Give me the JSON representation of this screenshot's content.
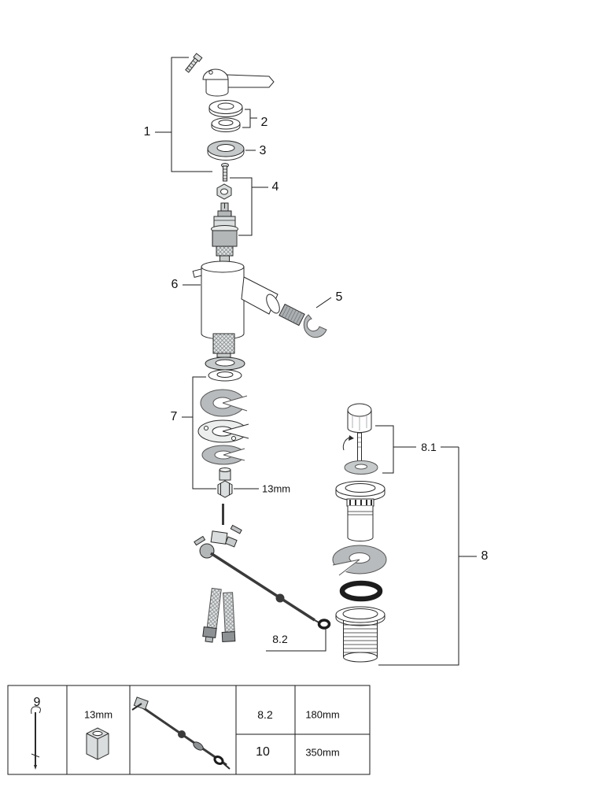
{
  "colors": {
    "line": "#1a1a1a",
    "metal_gray": "#b7bbbd",
    "text": "#111111"
  },
  "callouts": {
    "c1": "1",
    "c2": "2",
    "c3": "3",
    "c4": "4",
    "c5": "5",
    "c6": "6",
    "c7": "7",
    "c8": "8",
    "c8_1": "8.1",
    "c8_2": "8.2",
    "c13mm": "13mm"
  },
  "legend": {
    "tool_ref": "9",
    "nut_size": "13mm",
    "rows": [
      {
        "ref": "8.2",
        "length": "180mm"
      },
      {
        "ref": "10",
        "length": "350mm"
      }
    ]
  }
}
